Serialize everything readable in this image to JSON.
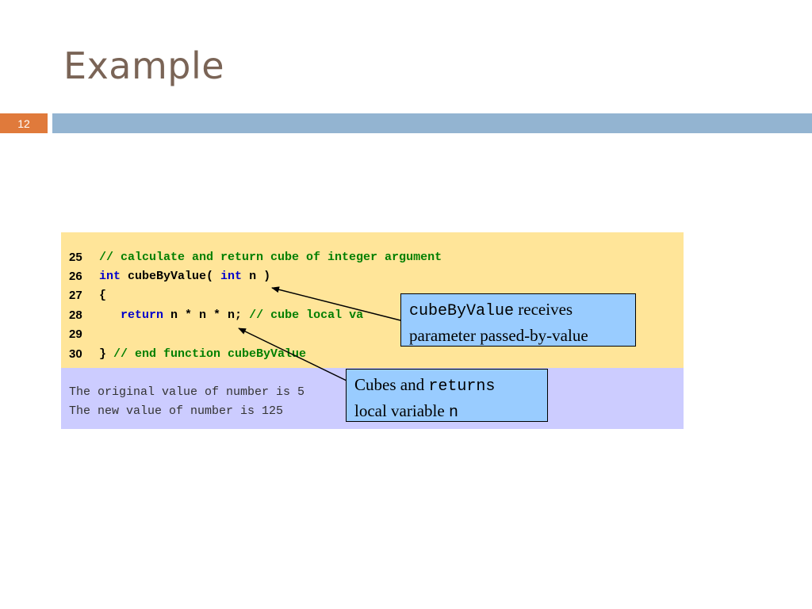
{
  "slide": {
    "title": "Example",
    "page_number": "12"
  },
  "code": {
    "lines": [
      {
        "num": "25",
        "parts": [
          {
            "t": "// calculate and return cube of integer argument",
            "c": "cm"
          }
        ]
      },
      {
        "num": "26",
        "parts": [
          {
            "t": "int",
            "c": "kw"
          },
          {
            "t": " cubeByValue( ",
            "c": "tx"
          },
          {
            "t": "int",
            "c": "kw"
          },
          {
            "t": " n )",
            "c": "tx"
          }
        ]
      },
      {
        "num": "27",
        "parts": [
          {
            "t": "{",
            "c": "tx"
          }
        ]
      },
      {
        "num": "28",
        "parts": [
          {
            "t": "   ",
            "c": "tx"
          },
          {
            "t": "return",
            "c": "kw"
          },
          {
            "t": " n * n * n; ",
            "c": "tx"
          },
          {
            "t": "// cube local va",
            "c": "cm"
          }
        ]
      },
      {
        "num": "29",
        "parts": []
      },
      {
        "num": "30",
        "parts": [
          {
            "t": "} ",
            "c": "tx"
          },
          {
            "t": "// end function cubeByValue",
            "c": "cm"
          }
        ]
      }
    ]
  },
  "output": {
    "lines": [
      "The original value of number is 5",
      "The new value of number is 125"
    ]
  },
  "callouts": {
    "receives": {
      "code": "cubeByValue",
      "text1": " receives",
      "text2": "parameter passed-by-value"
    },
    "cubes": {
      "text1": "Cubes and ",
      "code1": "returns",
      "text2": "local variable ",
      "code2": "n"
    }
  },
  "colors": {
    "title": "#7a6456",
    "page_badge": "#e07a3b",
    "title_bar": "#93b4d1",
    "code_bg": "#ffe599",
    "output_bg": "#ccccff",
    "callout_bg": "#99ccff",
    "comment": "#007f00",
    "keyword": "#0000cc"
  }
}
